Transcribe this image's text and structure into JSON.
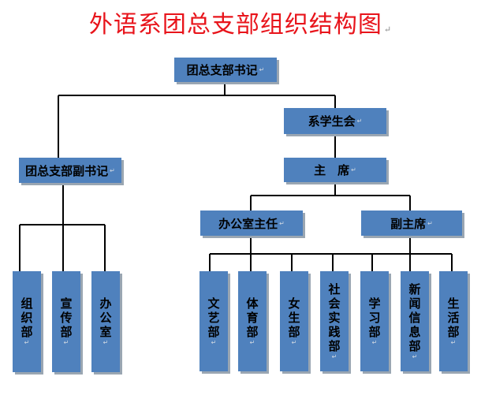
{
  "title": "外语系团总支部组织结构图",
  "return_mark": "↵",
  "nodes": {
    "secretary": "团总支部书记",
    "student_union": "系学生会",
    "deputy_secretary": "团总支部副书记",
    "chairman": "主　席",
    "office_director": "办公室主任",
    "vice_chairman": "副主席"
  },
  "left_depts": [
    {
      "id": "organization",
      "label": "组织部"
    },
    {
      "id": "publicity",
      "label": "宣传部"
    },
    {
      "id": "office",
      "label": "办公室"
    }
  ],
  "right_depts": [
    {
      "id": "arts",
      "label": "文艺部"
    },
    {
      "id": "sports",
      "label": "体育部"
    },
    {
      "id": "female-students",
      "label": "女生部"
    },
    {
      "id": "social-practice",
      "label": "社会实践部"
    },
    {
      "id": "study",
      "label": "学习部"
    },
    {
      "id": "news-info",
      "label": "新闻信息部"
    },
    {
      "id": "life",
      "label": "生活部"
    }
  ],
  "colors": {
    "title": "#e8141b",
    "box_fill": "#4f81bd",
    "box_shadow": "#9aa6b2",
    "line": "#000000"
  }
}
